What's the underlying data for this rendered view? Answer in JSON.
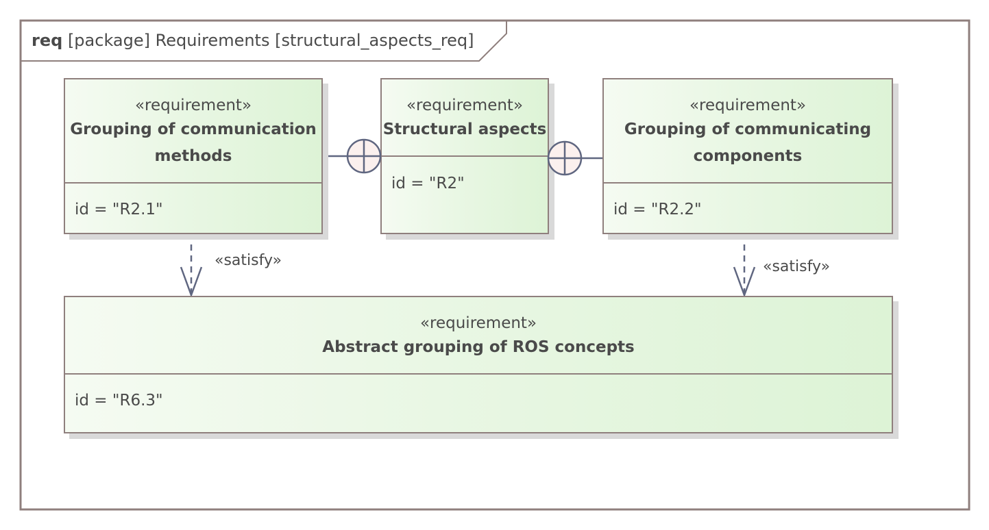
{
  "frame": {
    "keyword": "req",
    "title_rest": "[package] Requirements [structural_aspects_req]"
  },
  "requirements": [
    {
      "stereotype": "«requirement»",
      "name_lines": [
        "Grouping of communication",
        "methods"
      ],
      "id_text": "id = \"R2.1\""
    },
    {
      "stereotype": "«requirement»",
      "name_lines": [
        "Structural aspects"
      ],
      "id_text": "id = \"R2\""
    },
    {
      "stereotype": "«requirement»",
      "name_lines": [
        "Grouping of communicating",
        "components"
      ],
      "id_text": "id = \"R2.2\""
    },
    {
      "stereotype": "«requirement»",
      "name_lines": [
        "Abstract grouping of ROS concepts"
      ],
      "id_text": "id = \"R6.3\""
    }
  ],
  "relations": [
    {
      "type": "containment",
      "from": "Structural aspects",
      "to": "Grouping of communication methods"
    },
    {
      "type": "containment",
      "from": "Structural aspects",
      "to": "Grouping of communicating components"
    },
    {
      "type": "satisfy",
      "label": "«satisfy»",
      "from": "Grouping of communication methods",
      "to": "Abstract grouping of ROS concepts"
    },
    {
      "type": "satisfy",
      "label": "«satisfy»",
      "from": "Grouping of communicating components",
      "to": "Abstract grouping of ROS concepts"
    }
  ],
  "colors": {
    "border": "#8f7f7d",
    "connector": "#5f6680",
    "fill_light": "#f5fbf2",
    "fill_dark": "#ddf3d6",
    "containment_fill": "#fbf0ee",
    "text": "#4a4a4a"
  }
}
